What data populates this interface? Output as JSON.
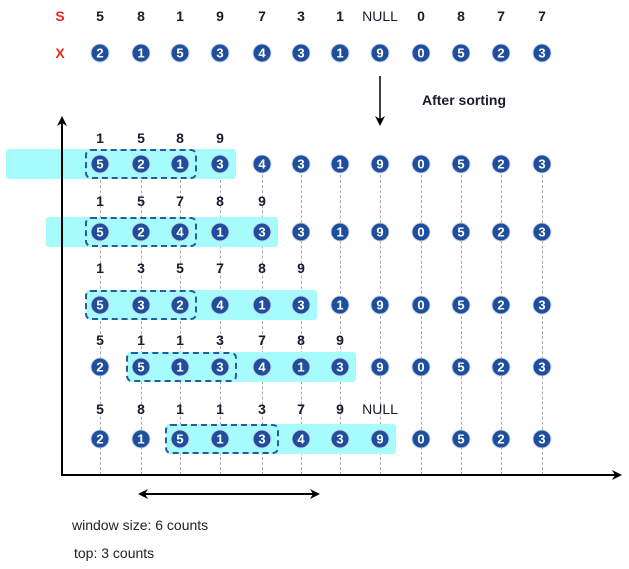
{
  "header": {
    "s_label": "S",
    "x_label": "X",
    "s_values": [
      "5",
      "8",
      "1",
      "9",
      "7",
      "3",
      "1",
      "NULL",
      "0",
      "8",
      "7",
      "7"
    ],
    "x_values": [
      "2",
      "1",
      "5",
      "3",
      "4",
      "3",
      "1",
      "9",
      "0",
      "5",
      "2",
      "3"
    ]
  },
  "sort_note": "After  sorting",
  "rows": [
    {
      "labels": [
        "1",
        "5",
        "8",
        "9"
      ],
      "circles": [
        "5",
        "2",
        "1",
        "3",
        "4",
        "3",
        "1",
        "9",
        "0",
        "5",
        "2",
        "3"
      ],
      "window_end": 3,
      "top_start": 0
    },
    {
      "labels": [
        "1",
        "5",
        "7",
        "8",
        "9"
      ],
      "circles": [
        "5",
        "2",
        "4",
        "1",
        "3",
        "3",
        "1",
        "9",
        "0",
        "5",
        "2",
        "3"
      ],
      "window_end": 4,
      "top_start": 0
    },
    {
      "labels": [
        "1",
        "3",
        "5",
        "7",
        "8",
        "9"
      ],
      "circles": [
        "5",
        "3",
        "2",
        "4",
        "1",
        "3",
        "1",
        "9",
        "0",
        "5",
        "2",
        "3"
      ],
      "window_end": 5,
      "top_start": 0
    },
    {
      "labels": [
        "5",
        "1",
        "1",
        "3",
        "7",
        "8",
        "9"
      ],
      "circles": [
        "2",
        "5",
        "1",
        "3",
        "4",
        "1",
        "3",
        "9",
        "0",
        "5",
        "2",
        "3"
      ],
      "window_end": 6,
      "top_start": 1
    },
    {
      "labels": [
        "5",
        "8",
        "1",
        "1",
        "3",
        "7",
        "9",
        "NULL"
      ],
      "circles": [
        "2",
        "1",
        "5",
        "1",
        "3",
        "4",
        "3",
        "9",
        "0",
        "5",
        "2",
        "3"
      ],
      "window_end": 7,
      "top_start": 2
    }
  ],
  "window_size": 6,
  "top_count": 3,
  "legend": {
    "window_text": "window size: 6 counts",
    "top_text": "top: 3 counts"
  }
}
